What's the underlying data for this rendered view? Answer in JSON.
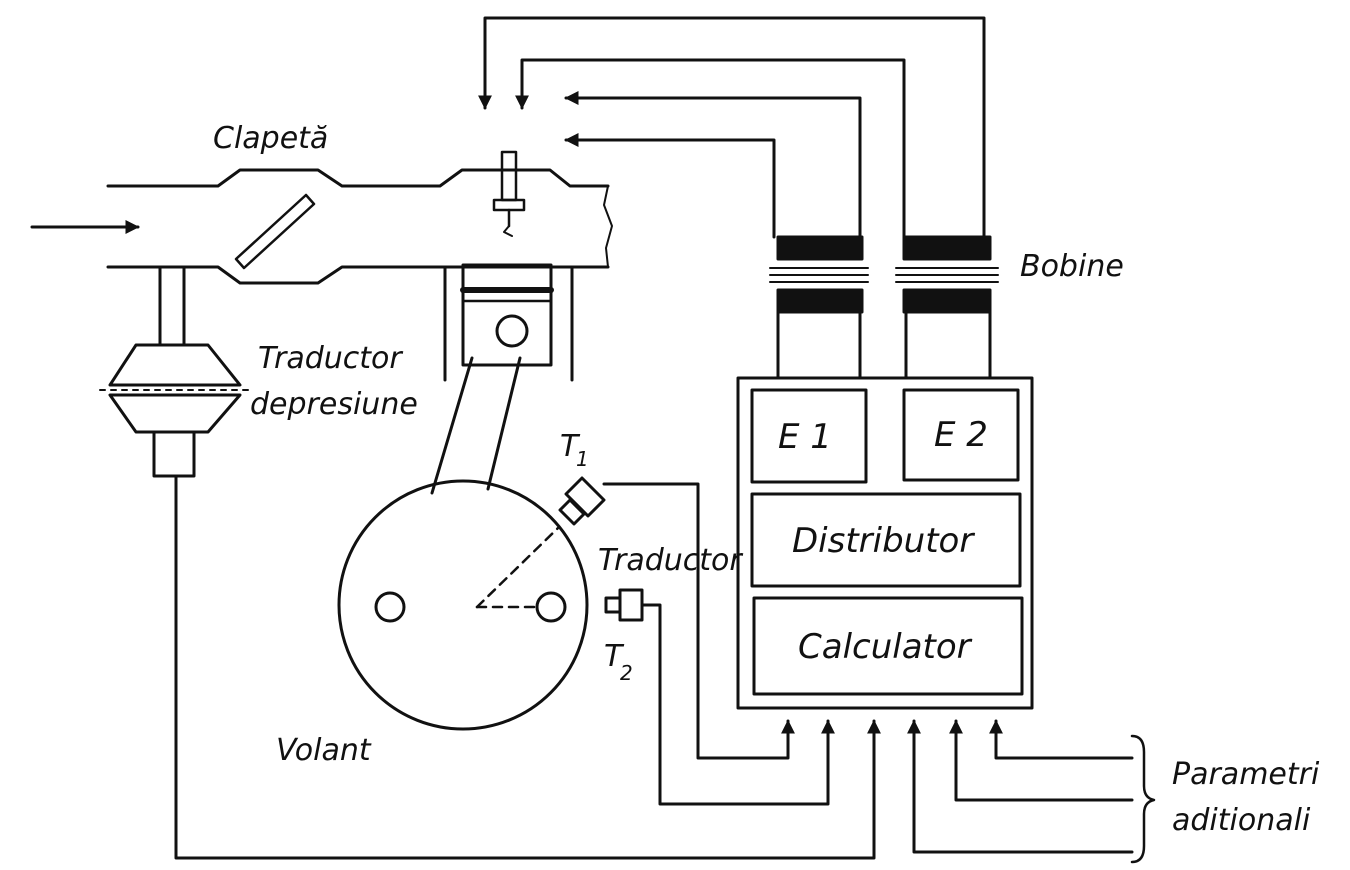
{
  "labels": {
    "clapeta": "Clapetă",
    "bobine": "Bobine",
    "traductor_depresiune_line1": "Traductor",
    "traductor_depresiune_line2": "depresiune",
    "t1_letter": "T",
    "t1_sub": "1",
    "t2_letter": "T",
    "t2_sub": "2",
    "traductor": "Traductor",
    "volant": "Volant",
    "e1": "E 1",
    "e2": "E 2",
    "distributor": "Distributor",
    "calculator": "Calculator",
    "parametri_line1": "Parametri",
    "parametri_line2": "aditionali"
  },
  "colors": {
    "ink": "#111111",
    "paper": "#ffffff"
  }
}
